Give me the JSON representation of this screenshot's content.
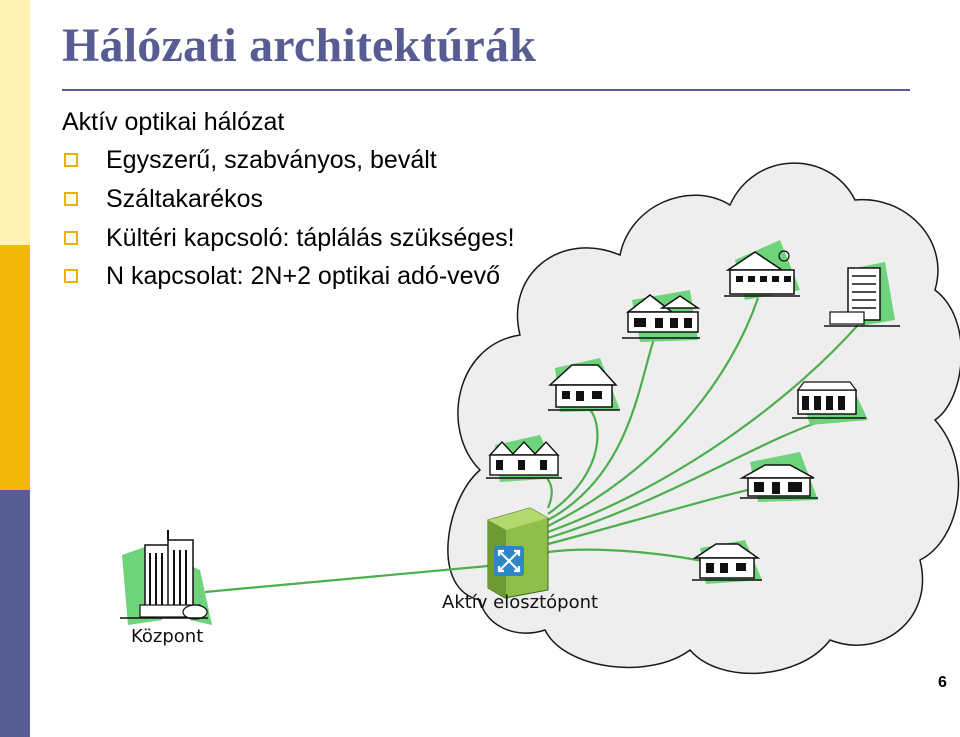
{
  "slide": {
    "title": "Hálózati architektúrák",
    "subtitle": "Aktív optikai hálózat",
    "bullets": [
      "Egyszerű, szabványos, bevált",
      "Száltakarékos",
      "Kültéri kapcsoló: táplálás szükséges!",
      "N kapcsolat: 2N+2 optikai adó-vevő"
    ],
    "page_number": "6"
  },
  "diagram": {
    "central_office_label": "Központ",
    "distribution_label": "Aktív elosztópont",
    "fiber_color": "#4cae4c",
    "cloud_fill": "#eeeeee",
    "accent_color": "#575c92",
    "bullet_color": "#e8b400",
    "switch_color": "#2f86c6",
    "building_icons": [
      "office-tower-icon",
      "house-icon",
      "apartment-block-icon",
      "cottage-icon",
      "shop-row-icon",
      "townhouses-icon",
      "farmhouse-icon",
      "villa-icon"
    ]
  }
}
